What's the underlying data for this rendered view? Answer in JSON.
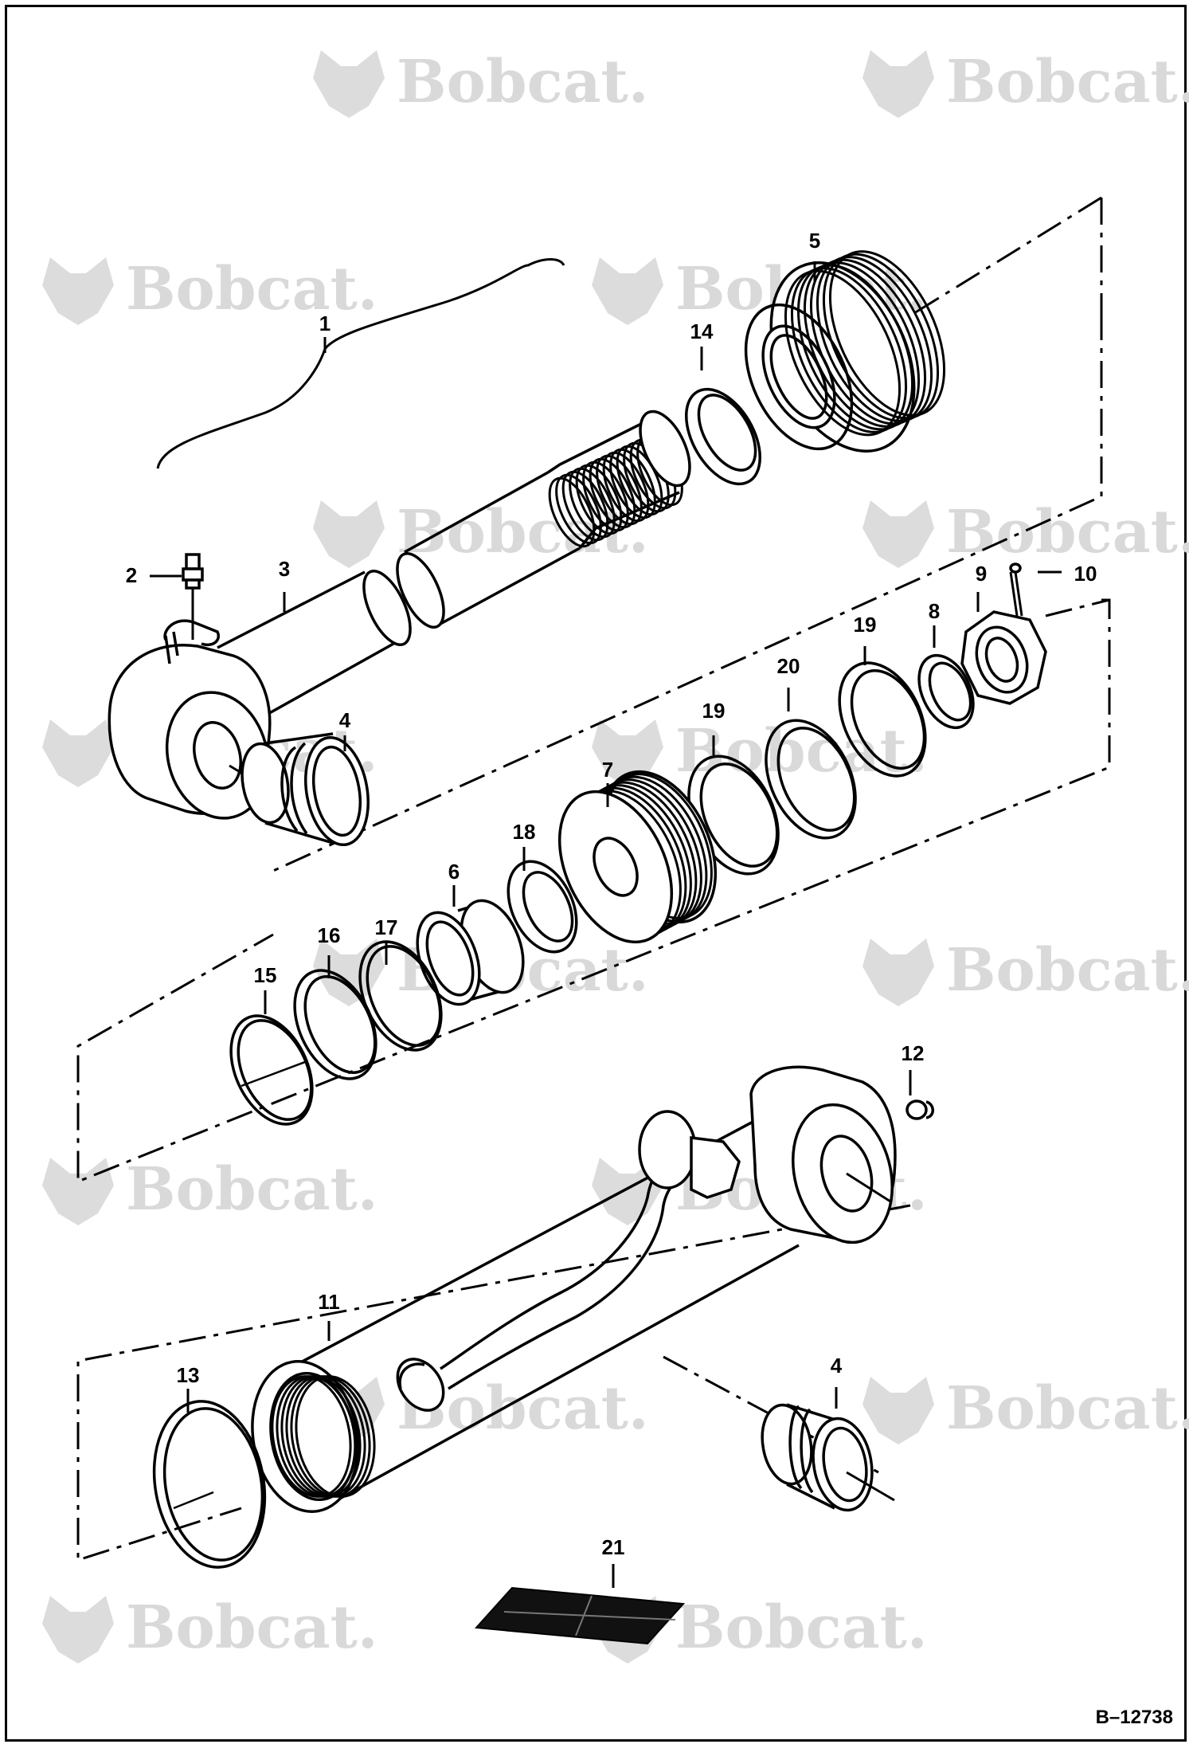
{
  "drawing": {
    "reference_code": "B–12738",
    "watermark_text": "Bobcat.",
    "colors": {
      "line": "#000000",
      "watermark": "#d9d9d9",
      "background": "#ffffff"
    }
  },
  "callouts": [
    "1",
    "2",
    "3",
    "4",
    "5",
    "6",
    "7",
    "8",
    "9",
    "10",
    "11",
    "12",
    "13",
    "14",
    "15",
    "16",
    "17",
    "18",
    "19",
    "19",
    "20",
    "21",
    "4"
  ]
}
